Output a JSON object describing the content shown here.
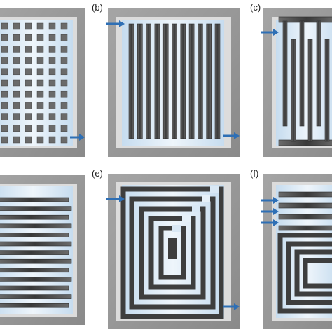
{
  "panels": [
    {
      "id": "a",
      "label": ""
    },
    {
      "id": "b",
      "label": "(b)"
    },
    {
      "id": "c",
      "label": "(c)"
    },
    {
      "id": "d",
      "label": ""
    },
    {
      "id": "e",
      "label": "(e)"
    },
    {
      "id": "f",
      "label": "(f)"
    }
  ],
  "colors": {
    "frame_outer": "#9a9a9a",
    "frame_inner": "#dcdcdc",
    "flow_field": "#d4e6f4",
    "flow_light": "#eef5fb",
    "rib": "#555555",
    "rib_dark": "#3a3a3a",
    "arrow": "#2e6fb5"
  },
  "arrows": {
    "a": [
      "outlet"
    ],
    "b": [
      "inlet",
      "outlet"
    ],
    "c": [
      "inlet"
    ],
    "e": [
      "inlet",
      "outlet"
    ],
    "f": [
      "inlet",
      "inlet",
      "inlet"
    ]
  }
}
